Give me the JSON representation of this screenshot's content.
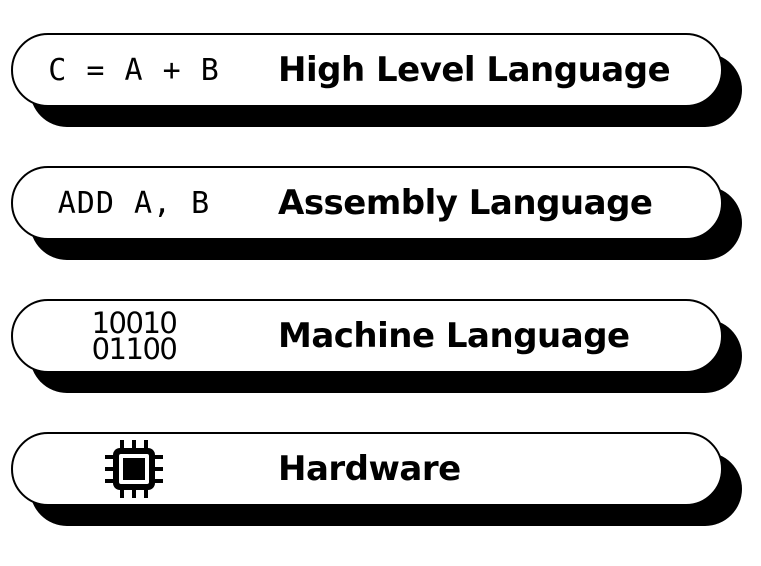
{
  "layers": [
    {
      "code": "C = A + B",
      "label": "High Level Language"
    },
    {
      "code": "ADD A, B",
      "label": "Assembly Language"
    },
    {
      "code_lines": [
        "10010",
        "01100"
      ],
      "label": "Machine Language"
    },
    {
      "icon": "cpu-chip-icon",
      "label": "Hardware"
    }
  ]
}
